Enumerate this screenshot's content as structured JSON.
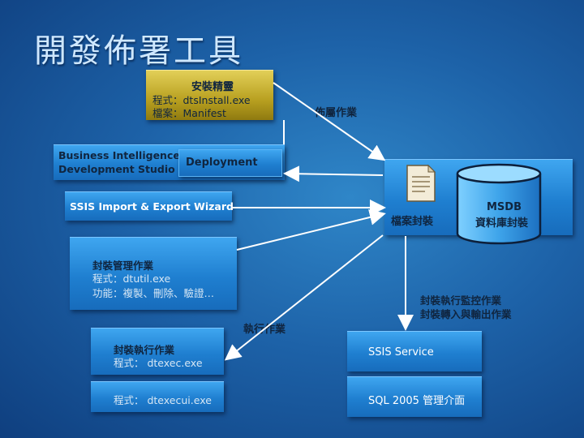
{
  "title": "開發佈署工具",
  "install_box": {
    "heading": "安裝精靈",
    "line1": "程式：dtsInstall.exe",
    "line2": "檔案：Manifest"
  },
  "deploy_label": "佈屬作業",
  "bids_box": {
    "line1": "Business Intelligence",
    "line2": "Development Studio",
    "deployment": "Deployment"
  },
  "wizard_box": {
    "label": "SSIS Import & Export Wizard"
  },
  "file_package": {
    "label": "檔案封裝",
    "icon": "document-icon"
  },
  "msdb": {
    "line1": "MSDB",
    "line2": "資料庫封裝",
    "icon": "database-cylinder-icon"
  },
  "manage_box": {
    "heading": "封裝管理作業",
    "line1": "程式：dtutil.exe",
    "line2": "功能：複製、刪除、驗證…"
  },
  "monitor_label": {
    "line1": "封裝執行監控作業",
    "line2": "封裝轉入與輸出作業"
  },
  "exec_label": "執行作業",
  "exec_box": {
    "heading": "封裝執行作業",
    "line1": "程式： dtexec.exe"
  },
  "execui_box": {
    "line1": "程式： dtexecui.exe"
  },
  "ssis_service": {
    "label": "SSIS Service"
  },
  "sql_mgmt": {
    "label": "SQL 2005 管理介面"
  },
  "colors": {
    "background": "#1d62a8",
    "box_blue": "#1f7fd0",
    "box_gold": "#b8a020",
    "arrow": "#ffffff"
  }
}
